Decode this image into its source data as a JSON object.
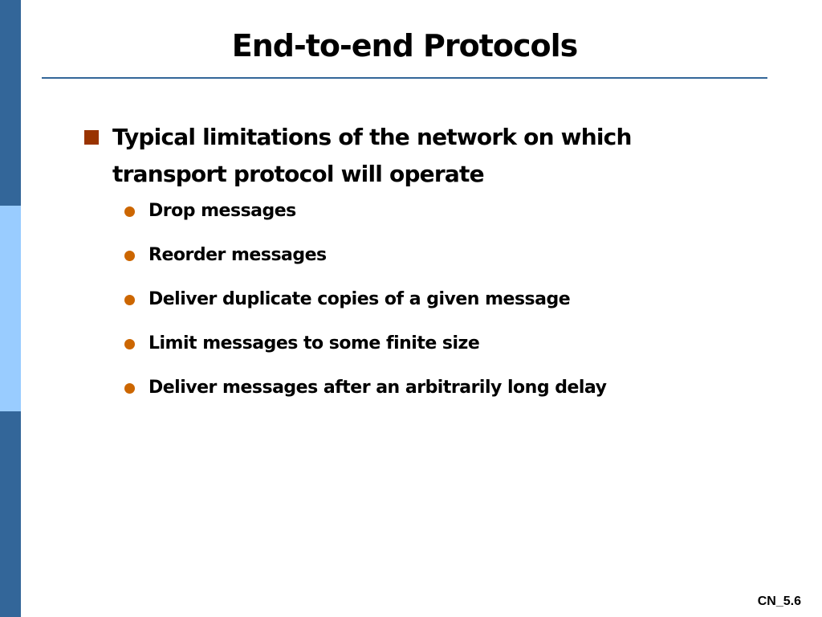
{
  "colors": {
    "side_bar_dark": "#336699",
    "side_bar_light": "#99ccff",
    "title_rule": "#336699",
    "square_bullet": "#993300",
    "round_bullet": "#cc6600"
  },
  "slide": {
    "title": "End-to-end Protocols",
    "slide_number": "CN_5.6"
  },
  "bullet": {
    "marker_icon": "square-bullet-icon",
    "text": "Typical limitations of the network on which transport protocol will operate",
    "sub_bullets": [
      {
        "icon": "round-bullet-icon",
        "text": "Drop messages"
      },
      {
        "icon": "round-bullet-icon",
        "text": "Reorder messages"
      },
      {
        "icon": "round-bullet-icon",
        "text": "Deliver duplicate copies of a given message"
      },
      {
        "icon": "round-bullet-icon",
        "text": "Limit messages to some finite size"
      },
      {
        "icon": "round-bullet-icon",
        "text": "Deliver messages after an arbitrarily long delay"
      }
    ]
  }
}
